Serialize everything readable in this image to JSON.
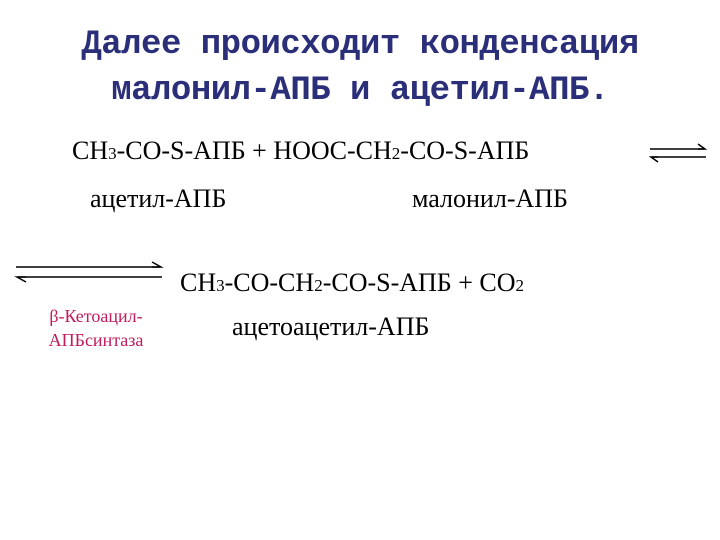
{
  "title": {
    "line1": "Далее происходит конденсация",
    "line2": "малонил-АПБ и ацетил-АПБ."
  },
  "reaction1": {
    "p1": "CH",
    "s1": "3",
    "p2": "-CO-S-АПБ + HOOC-CH",
    "s2": "2",
    "p3": "-CO-S-АПБ"
  },
  "labels": {
    "reactant1": "ацетил-АПБ",
    "reactant2": "малонил-АПБ",
    "product": "ацетоацетил-АПБ"
  },
  "reaction2": {
    "p1": "CH",
    "s1": "3",
    "p2": "-CO-CH",
    "s2": "2",
    "p3": "-CO-S-АПБ + CO",
    "s3": "2"
  },
  "enzyme": {
    "line1": "β-Кетоацил-",
    "line2": "АПБсинтаза"
  },
  "colors": {
    "title": "#2b2f7a",
    "enzyme": "#c21a5c",
    "text": "#000000"
  }
}
